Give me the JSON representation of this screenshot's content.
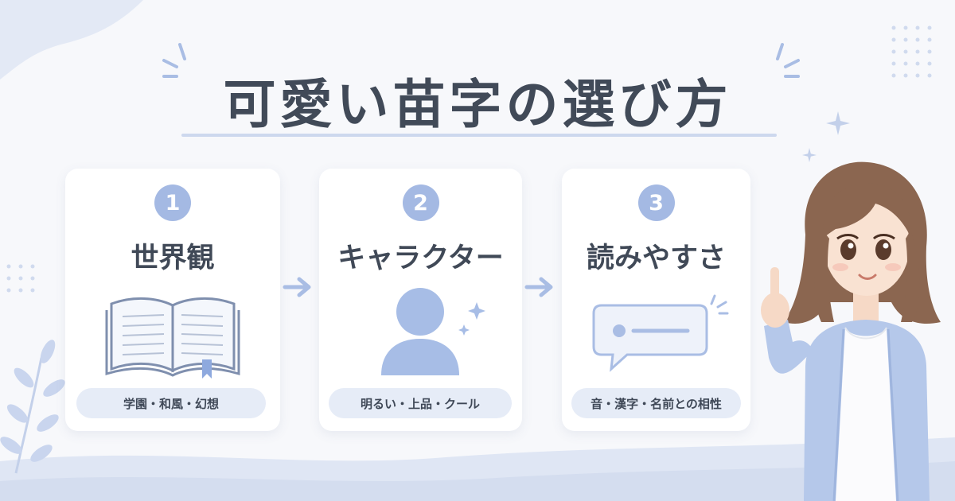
{
  "title": "可愛い苗字の選び方",
  "cards": [
    {
      "number": "1",
      "title": "世界観",
      "tags": "学園・和風・幻想",
      "illustration": "open-book-icon"
    },
    {
      "number": "2",
      "title": "キャラクター",
      "tags": "明るい・上品・クール",
      "illustration": "person-icon"
    },
    {
      "number": "3",
      "title": "読みやすさ",
      "tags": "音・漢字・名前との相性",
      "illustration": "speech-bubble-icon"
    }
  ],
  "colors": {
    "accent": "#a4b9e3",
    "pill": "#e6ecf7",
    "text": "#414a58",
    "background": "#f7f8fb",
    "decor": "#dfe6f4"
  }
}
